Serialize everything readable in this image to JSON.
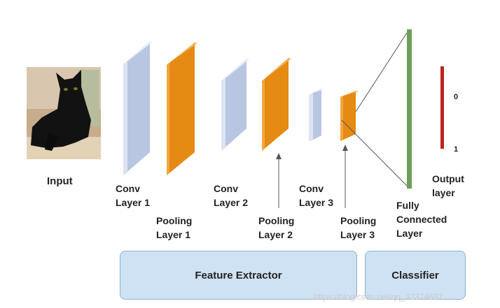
{
  "labels": {
    "input": "Input",
    "conv1": "Conv\nLayer 1",
    "pool1": "Pooling\nLayer 1",
    "conv2": "Conv\nLayer 2",
    "pool2": "Pooling\nLayer 2",
    "conv3": "Conv\nLayer 3",
    "pool3": "Pooling\nLayer 3",
    "fc": "Fully\nConnected\nLayer",
    "output": "Output\nlayer",
    "out0": "0",
    "out1": "1"
  },
  "groups": {
    "feature_extractor": "Feature Extractor",
    "classifier": "Classifier"
  },
  "watermark": "https://blog.csdn.net/qq_42374697",
  "colors": {
    "conv": "#b8c6e2",
    "pool": "#e58a12",
    "fully_connected": "#6e9f55",
    "output": "#c0241f",
    "group_box": "#cfe2f3"
  }
}
